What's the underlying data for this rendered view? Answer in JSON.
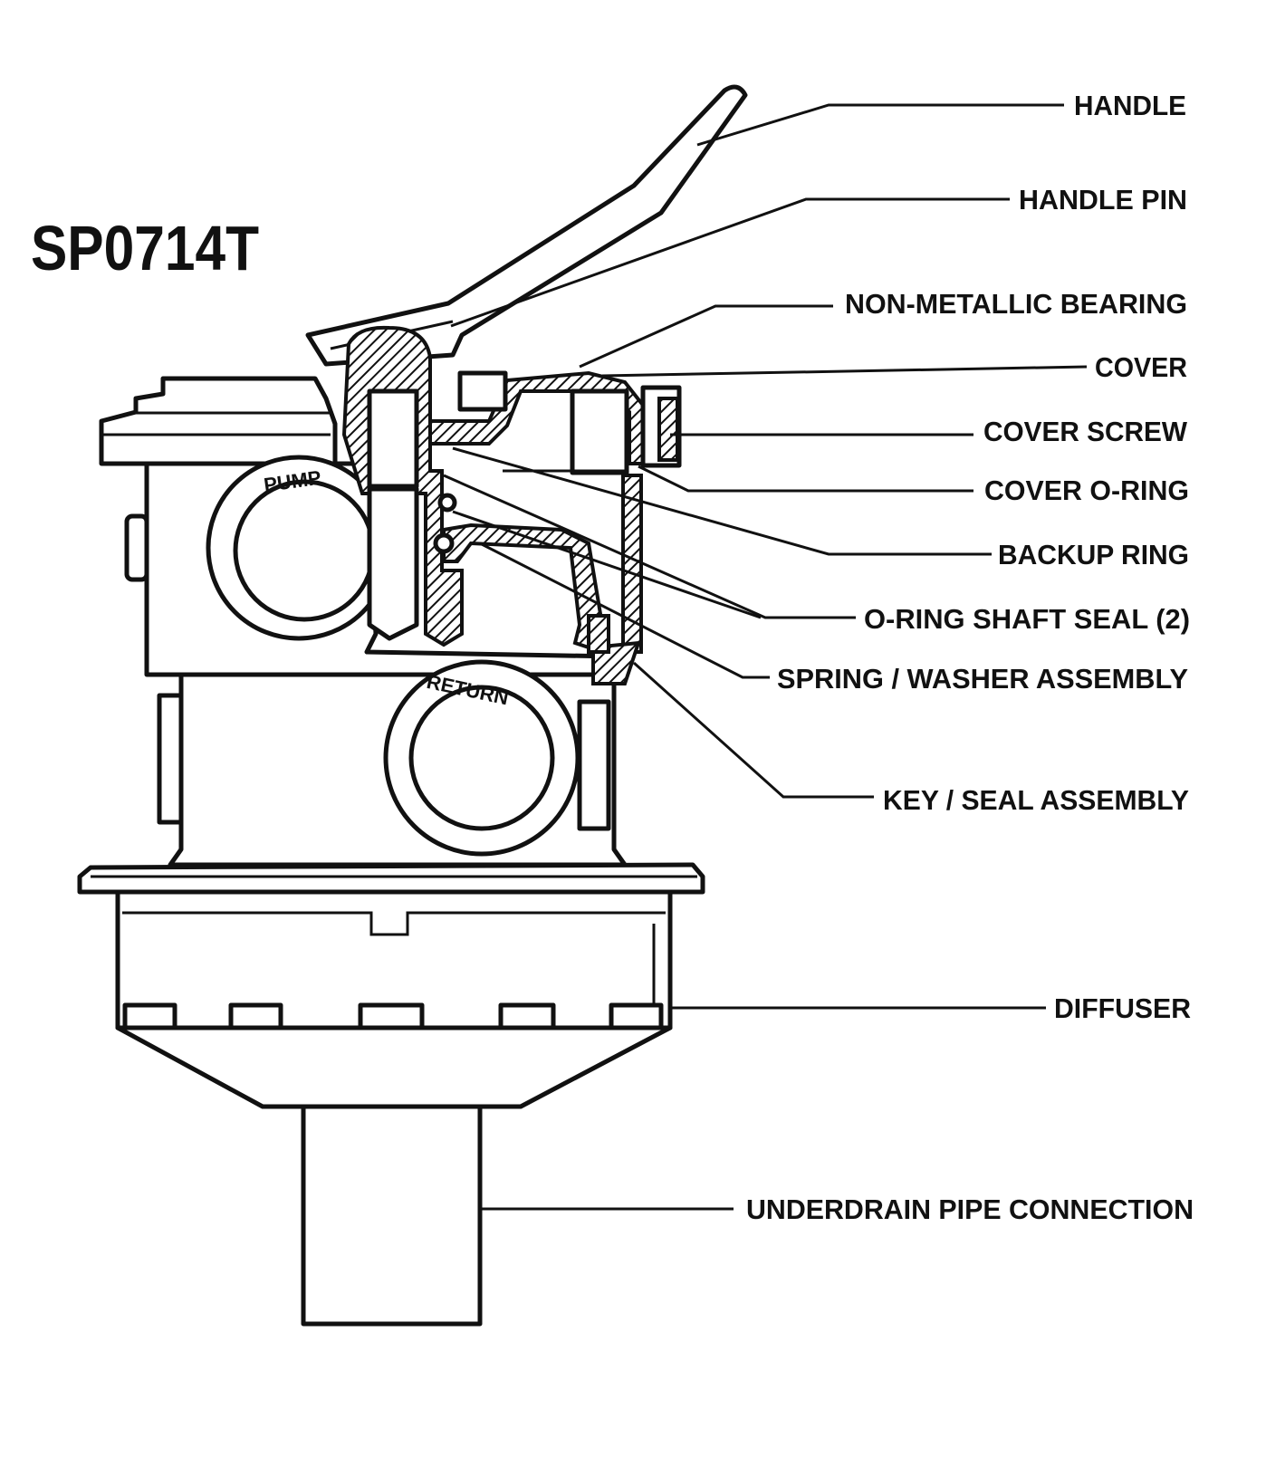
{
  "model_number": "SP0714T",
  "labels": {
    "handle": "HANDLE",
    "handle_pin": "HANDLE PIN",
    "non_metallic_bearing": "NON-METALLIC BEARING",
    "cover": "COVER",
    "cover_screw": "COVER SCREW",
    "cover_o_ring": "COVER O-RING",
    "backup_ring": "BACKUP RING",
    "o_ring_shaft_seal": "O-RING SHAFT SEAL (2)",
    "spring_washer_assembly": "SPRING / WASHER ASSEMBLY",
    "key_seal_assembly": "KEY / SEAL ASSEMBLY",
    "diffuser": "DIFFUSER",
    "underdrain_pipe_connection": "UNDERDRAIN PIPE CONNECTION"
  },
  "port_labels": {
    "pump": "PUMP",
    "return": "RETURN"
  }
}
